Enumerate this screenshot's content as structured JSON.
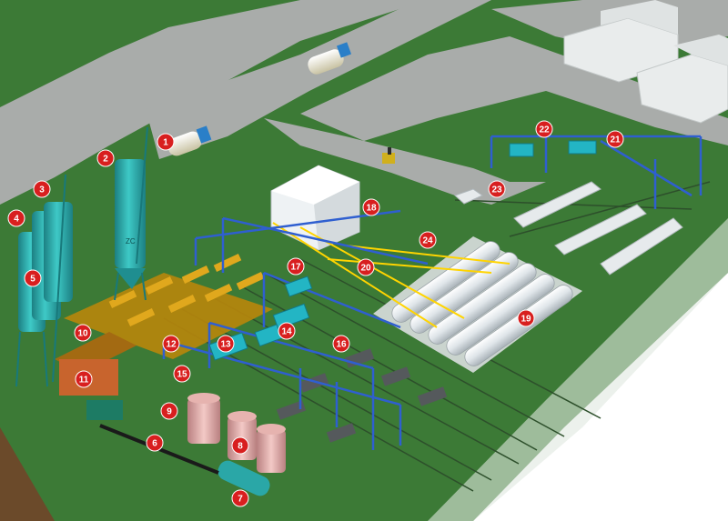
{
  "diagram": {
    "colors": {
      "ground": "#3c7a36",
      "road": "#a9acaa",
      "steel": "#2f5fd0",
      "silo": "#2aa7a7",
      "gantry": "#ffd400",
      "marker": "#d81f1f",
      "autoclave": "#e7ecef"
    },
    "markers": [
      {
        "id": "m1",
        "label": "1"
      },
      {
        "id": "m2",
        "label": "2"
      },
      {
        "id": "m3",
        "label": "3"
      },
      {
        "id": "m4",
        "label": "4"
      },
      {
        "id": "m5",
        "label": "5"
      },
      {
        "id": "m6",
        "label": "6"
      },
      {
        "id": "m7",
        "label": "7"
      },
      {
        "id": "m8",
        "label": "8"
      },
      {
        "id": "m9",
        "label": "9"
      },
      {
        "id": "m10",
        "label": "10"
      },
      {
        "id": "m11",
        "label": "11"
      },
      {
        "id": "m12",
        "label": "12"
      },
      {
        "id": "m13",
        "label": "13"
      },
      {
        "id": "m14",
        "label": "14"
      },
      {
        "id": "m15",
        "label": "15"
      },
      {
        "id": "m16",
        "label": "16"
      },
      {
        "id": "m17",
        "label": "17"
      },
      {
        "id": "m18",
        "label": "18"
      },
      {
        "id": "m19",
        "label": "19"
      },
      {
        "id": "m20",
        "label": "20"
      },
      {
        "id": "m21",
        "label": "21"
      },
      {
        "id": "m22",
        "label": "22"
      },
      {
        "id": "m23",
        "label": "23"
      },
      {
        "id": "m24",
        "label": "24"
      }
    ],
    "silo_text": "ZC"
  }
}
